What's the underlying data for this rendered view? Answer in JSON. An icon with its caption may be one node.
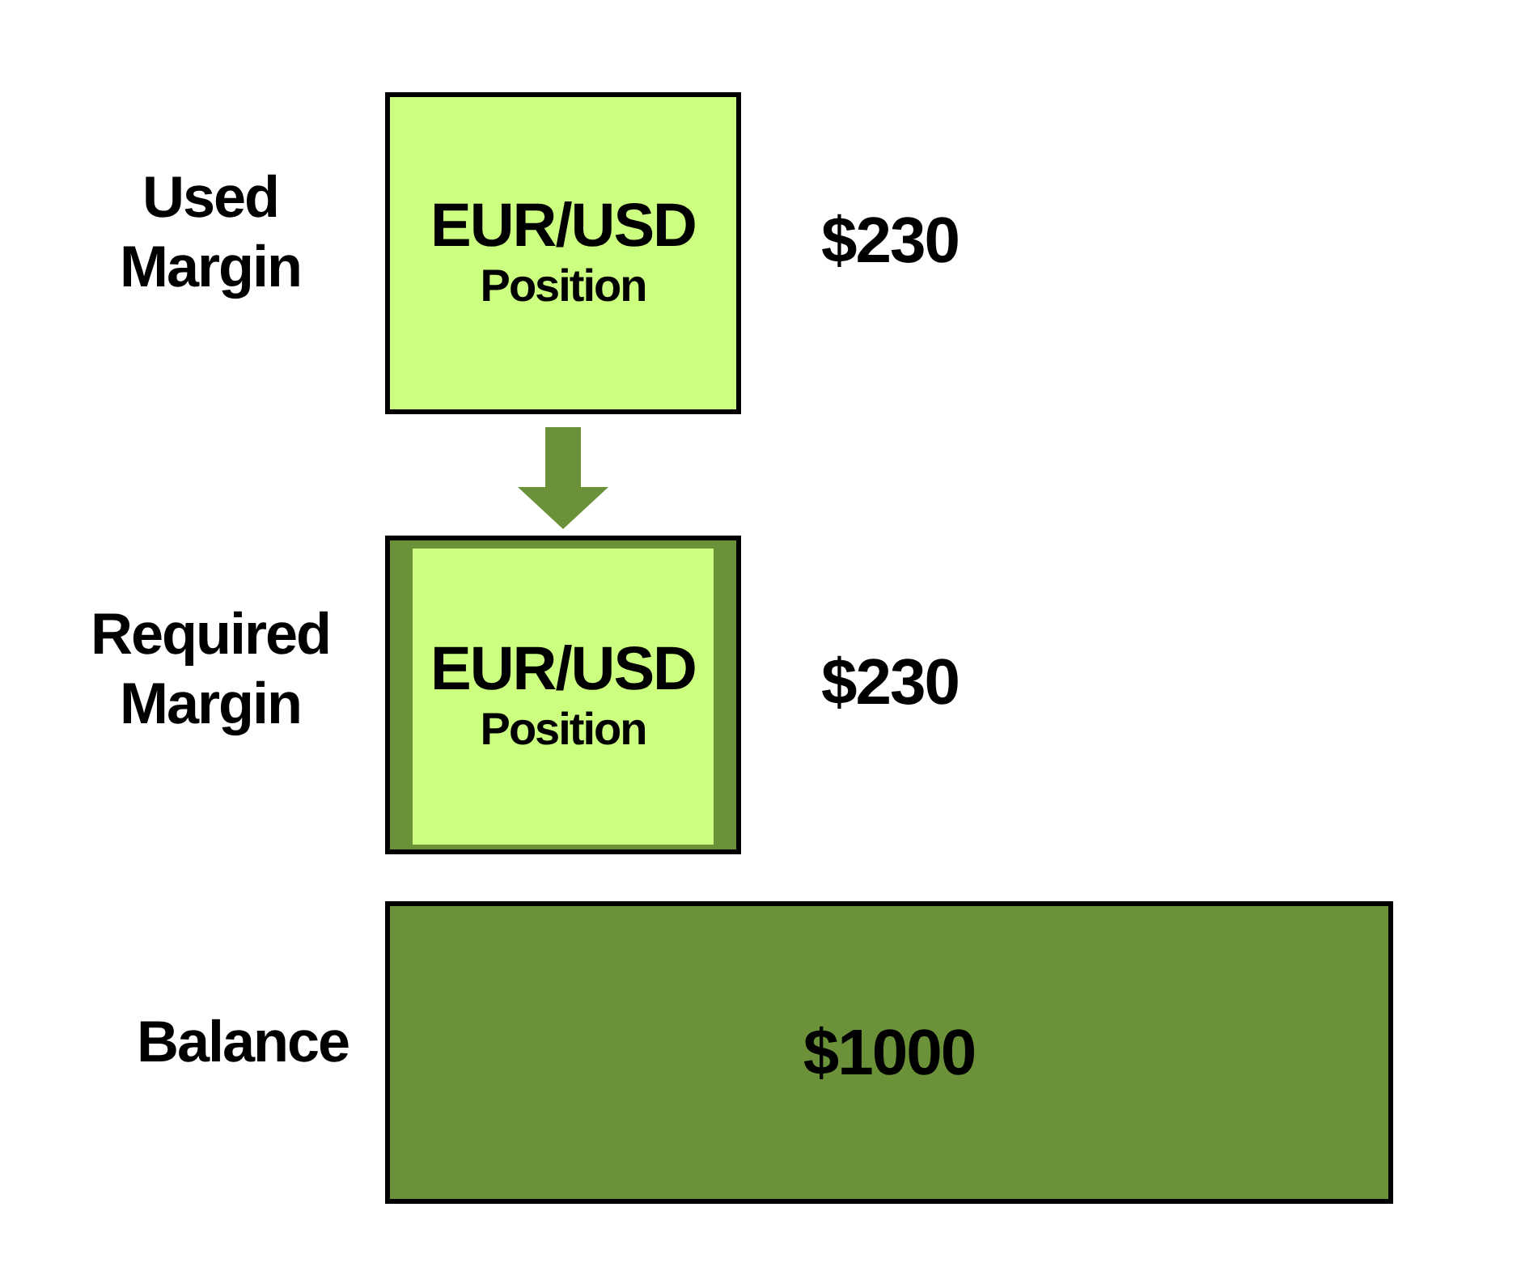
{
  "diagram": {
    "nodes": [
      {
        "text": [
          "EUR/USD",
          "Position"
        ],
        "beside": [
          "Used Margin",
          "$230"
        ]
      },
      {
        "text": [],
        "shape": "box",
        "beside": [
          "Required Margin",
          "$230"
        ]
      },
      {
        "text": [
          "EUR/USD",
          "Position"
        ],
        "in": 1
      },
      {
        "text": [
          "$1000"
        ],
        "beside": [
          "Balance"
        ]
      }
    ],
    "edges": [
      {
        "from": 0,
        "to": 1,
        "arrow": "to"
      }
    ]
  }
}
